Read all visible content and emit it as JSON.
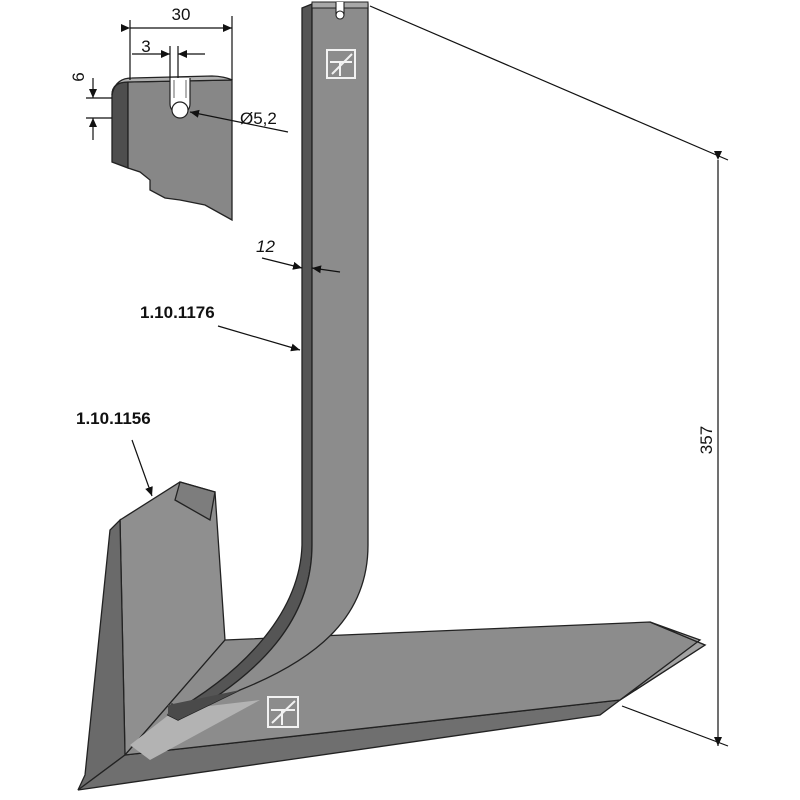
{
  "dimensions": {
    "detail_width": "30",
    "slot_width": "3",
    "slot_depth": "6",
    "hole_diameter": "Ø5,2",
    "tine_thickness": "12",
    "total_height": "357"
  },
  "parts": {
    "tine": "1.10.1176",
    "share": "1.10.1156"
  },
  "colors": {
    "steel_face": "#8c8c8c",
    "steel_side": "#5d5d5d",
    "steel_light": "#a6a6a6",
    "line": "#111111"
  },
  "icons": {
    "logo": "brand-logo-icon"
  }
}
